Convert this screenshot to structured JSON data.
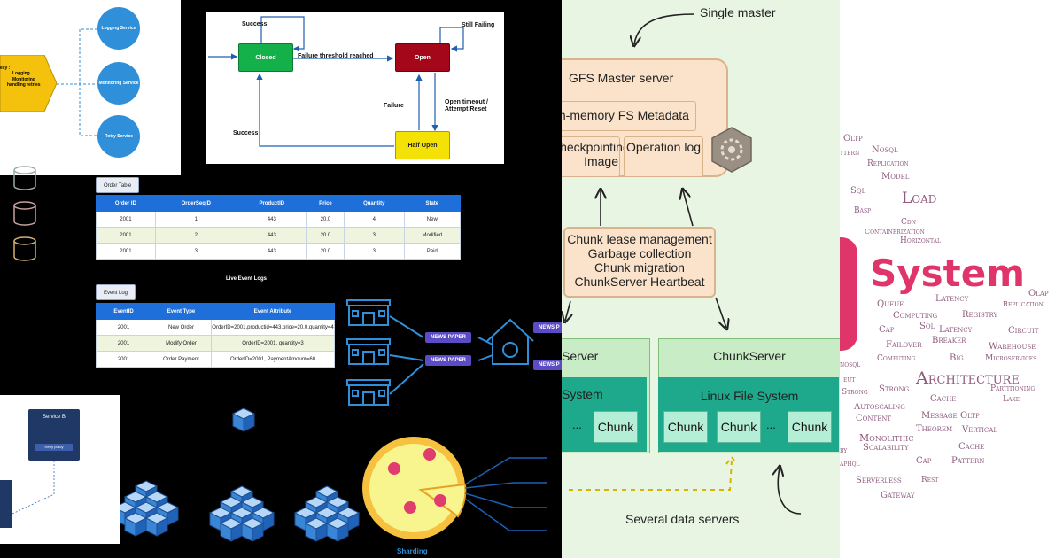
{
  "services_panel": {
    "yellow_lines": [
      "esy :",
      "Logging",
      "Monitoring",
      "handling retries"
    ],
    "circles": [
      "Logging Service",
      "Monitoring Service",
      "Retry Service"
    ]
  },
  "breaker": {
    "states": {
      "closed": "Closed",
      "open": "Open",
      "half_open": "Half Open"
    },
    "labels": {
      "success_top": "Success",
      "threshold": "Failure threshold reached",
      "still_failing": "Still Failing",
      "failure": "Failure",
      "timeout": "Open timeout / Attempt Reset",
      "success_left": "Success"
    }
  },
  "order_table": {
    "title": "Order Table",
    "headers": [
      "Order ID",
      "OrderSeqID",
      "ProductID",
      "Price",
      "Quantity",
      "State"
    ],
    "rows": [
      [
        "2001",
        "1",
        "443",
        "20.0",
        "4",
        "New"
      ],
      [
        "2001",
        "2",
        "443",
        "20.0",
        "3",
        "Modified"
      ],
      [
        "2001",
        "3",
        "443",
        "20.0",
        "3",
        "Paid"
      ]
    ]
  },
  "event_log": {
    "title": "Event Log",
    "live_label": "Live Event Logs",
    "headers": [
      "EventID",
      "Event Type",
      "Event Attribute"
    ],
    "rows": [
      [
        "2001",
        "New Order",
        "OrderID=2001,productid=443,price=20.0,quantity=4"
      ],
      [
        "2001",
        "Modify Order",
        "OrderID=2001, quantity=3"
      ],
      [
        "2001",
        "Order Payment",
        "OrderID=2001, PaymentAmount=60"
      ]
    ]
  },
  "newspaper": {
    "label": "NEWS PAPER",
    "label_short": "NEWS P"
  },
  "sharding_label": "Sharding",
  "service_b": {
    "title": "Service B",
    "bar": "Retry policy"
  },
  "gfs": {
    "top_note": "Single master",
    "master_title": "GFS Master server",
    "metadata": "In-memory FS Metadata",
    "checkpoint": "Checkpointing Image",
    "oplog": "Operation log",
    "duties": [
      "Chunk lease management",
      "Garbage collection",
      "Chunk migration",
      "ChunkServer Heartbeat"
    ],
    "server_left": "Server",
    "fs_left": "System",
    "server_right": "ChunkServer",
    "fs_right": "Linux File System",
    "chunk": "Chunk",
    "dots": "...",
    "bottom_note": "Several data servers"
  },
  "cloud": {
    "system": "System",
    "architecture": "Architecture",
    "load": "Load",
    "words": [
      "Oltp",
      "Nosql",
      "ttern",
      "Replication",
      "Model",
      "Sql",
      "Basp",
      "Cdn",
      "Containerization",
      "Horizontal",
      "Olap",
      "Replication",
      "Queue",
      "Latency",
      "Computing",
      "Registry",
      "Cap",
      "Sql",
      "Latency",
      "Circuit",
      "Failover",
      "Breaker",
      "Warehouse",
      "Computing",
      "Big",
      "Microservices",
      "nosql",
      "eut",
      "Strong",
      "Strong",
      "Partitioning",
      "Cache",
      "Lake",
      "Autoscaling",
      "Content",
      "Message",
      "Oltp",
      "Theorem",
      "Vertical",
      "Monolithic",
      "Scalability",
      "Cache",
      "aphql",
      "Cap",
      "Pattern",
      "Serverless",
      "Rest",
      "Gateway",
      "by"
    ]
  }
}
